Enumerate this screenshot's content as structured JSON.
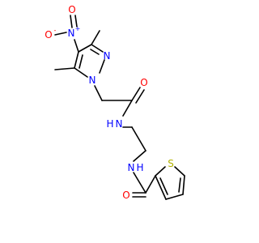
{
  "colors": {
    "bond": "#000000",
    "carbon": "#000000",
    "nitrogen": "#0000ff",
    "oxygen": "#ff0000",
    "sulfur": "#b2b200",
    "background": "#ffffff"
  },
  "atoms": {
    "nitro_o_minus": {
      "symbol": "O",
      "charge": "-"
    },
    "nitro_n_plus": {
      "symbol": "N",
      "charge": "+"
    },
    "nitro_o": {
      "symbol": "O"
    },
    "pyrazole_n2": {
      "symbol": "N"
    },
    "pyrazole_n1": {
      "symbol": "N"
    },
    "amide_o1": {
      "symbol": "O"
    },
    "amide_nh1": {
      "symbol": "N",
      "h": "H"
    },
    "amide_nh2": {
      "symbol": "N",
      "h": "H"
    },
    "amide_o2": {
      "symbol": "O"
    },
    "thiophene_s": {
      "symbol": "S"
    }
  }
}
